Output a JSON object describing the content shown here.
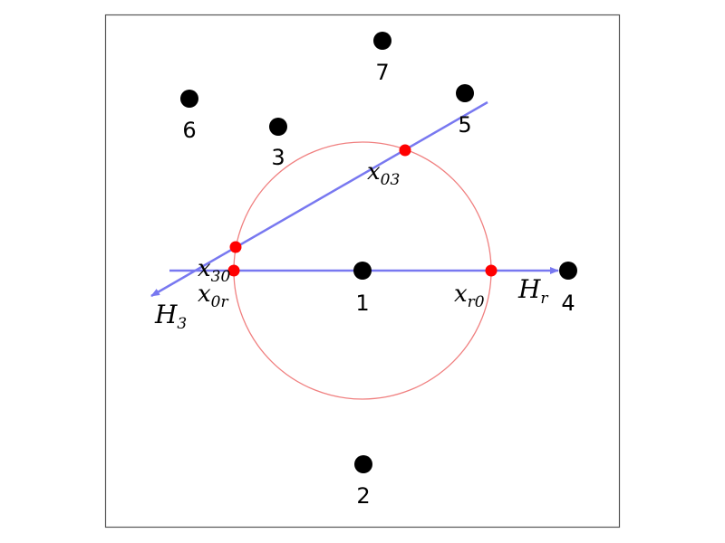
{
  "nodes": [
    {
      "id": "1",
      "label": "1"
    },
    {
      "id": "2",
      "label": "2"
    },
    {
      "id": "3",
      "label": "3"
    },
    {
      "id": "4",
      "label": "4"
    },
    {
      "id": "5",
      "label": "5"
    },
    {
      "id": "6",
      "label": "6"
    },
    {
      "id": "7",
      "label": "7"
    }
  ],
  "math_labels": {
    "x03": {
      "base": "x",
      "sub": "03"
    },
    "x30": {
      "base": "x",
      "sub": "30"
    },
    "x0r": {
      "base": "x",
      "sub": "0r"
    },
    "xr0": {
      "base": "x",
      "sub": "r0"
    },
    "H3": {
      "base": "H",
      "sub": "3"
    },
    "Hr": {
      "base": "H",
      "sub": "r"
    }
  },
  "colors": {
    "node": "#000000",
    "intersection": "#ff0000",
    "circle": "#f08080",
    "ray": "#7878f0",
    "frame": "#555555"
  }
}
